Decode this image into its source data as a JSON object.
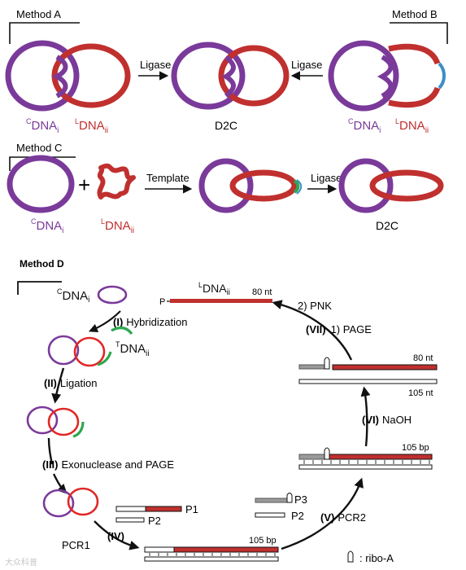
{
  "colors": {
    "purple": "#7a3a9a",
    "red": "#c0302e",
    "green": "#2fa84f",
    "blue": "#3a8fc9",
    "gray": "#9a9a9a",
    "black": "#111111"
  },
  "method_a": {
    "title": "Method A",
    "arrow_label": "Ligase",
    "strand_c": "DNA",
    "strand_c_sup": "C",
    "strand_c_sub": "i",
    "strand_l": "DNA",
    "strand_l_sup": "L",
    "strand_l_sub": "ii"
  },
  "method_b": {
    "title": "Method B",
    "arrow_label": "Ligase",
    "strand_c": "DNA",
    "strand_c_sup": "C",
    "strand_c_sub": "i",
    "strand_l": "DNA",
    "strand_l_sup": "L",
    "strand_l_sub": "ii"
  },
  "center_product": "D2C",
  "method_c": {
    "title": "Method C",
    "plus": "+",
    "step1_label": "Template",
    "step2_label": "Ligase",
    "product": "D2C",
    "strand_c": "DNA",
    "strand_c_sup": "C",
    "strand_c_sub": "i",
    "strand_l": "DNA",
    "strand_l_sup": "L",
    "strand_l_sub": "ii"
  },
  "method_d": {
    "title": "Method D",
    "cdna": {
      "sup": "C",
      "main": "DNA",
      "sub": "i"
    },
    "ldna": {
      "sup": "L",
      "main": "DNA",
      "sub": "ii"
    },
    "tdna": {
      "sup": "T",
      "main": "DNA",
      "sub": "ii"
    },
    "p_label": "P",
    "len_80nt_top": "80 nt",
    "steps": {
      "i_num": "(I)",
      "i_label": "Hybridization",
      "ii_num": "(II)",
      "ii_label": "Ligation",
      "iii_num": "(III)",
      "iii_label": "Exonuclease and PAGE",
      "iv_num": "(IV)",
      "iv_label": "PCR1",
      "v_num": "(V)",
      "v_label": "PCR2",
      "vi_num": "(VI)",
      "vi_label": "NaOH",
      "vii_num": "(VII)",
      "vii_label": "1) PAGE",
      "pnk_label": "2) PNK"
    },
    "primers": {
      "p1": "P1",
      "p2a": "P2",
      "p3": "P3",
      "p2b": "P2"
    },
    "lengths": {
      "bp105_bottom": "105 bp",
      "bp105_right": "105 bp",
      "nt80_right": "80 nt",
      "nt105_right": "105 nt"
    },
    "legend": ": ribo-A"
  },
  "watermark": "大众科普"
}
